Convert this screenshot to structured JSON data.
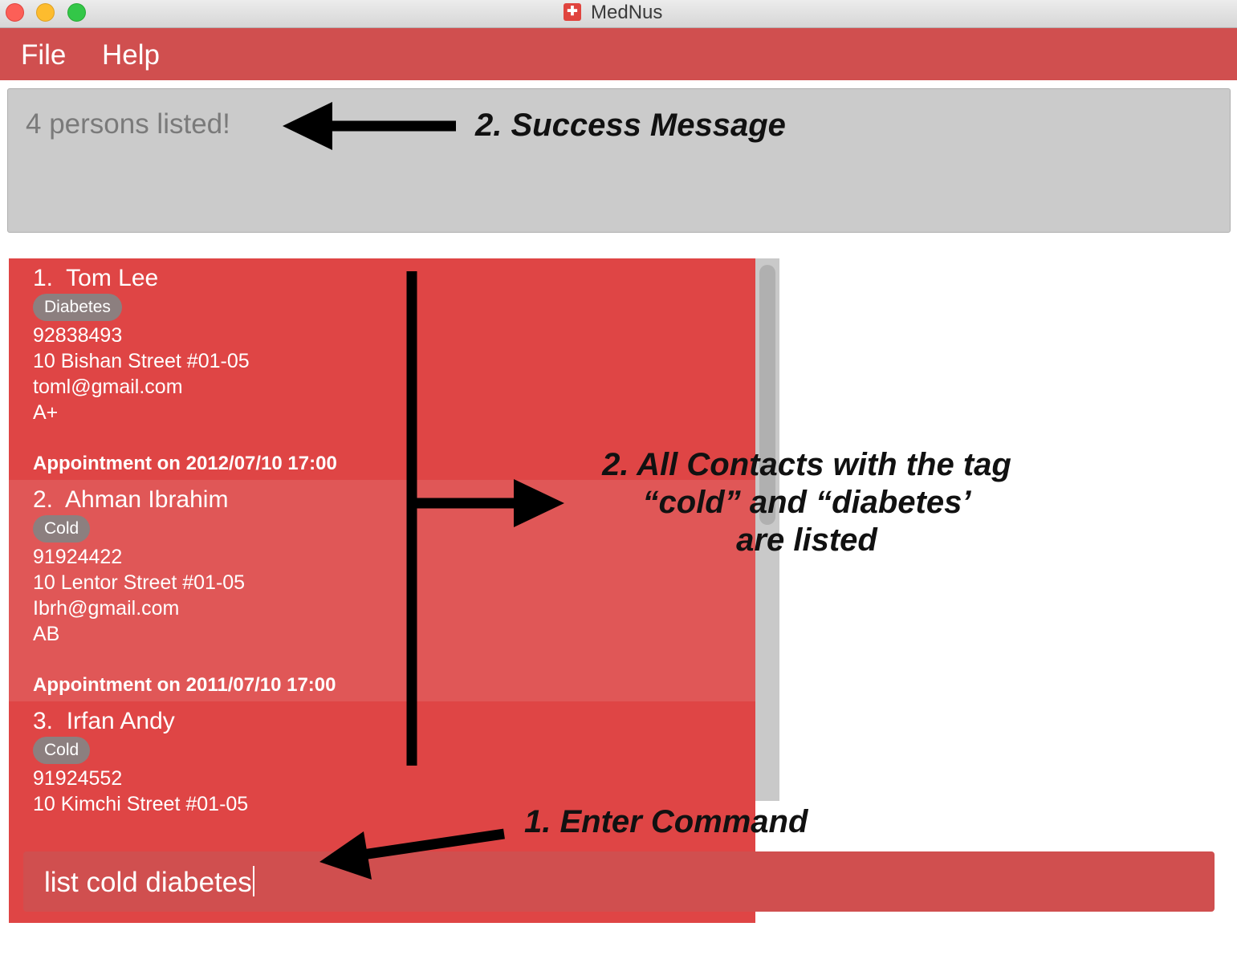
{
  "window": {
    "title": "MedNus"
  },
  "menu": {
    "file": "File",
    "help": "Help"
  },
  "result": {
    "message": "4 persons listed!"
  },
  "persons": [
    {
      "name": "1.  Tom Lee",
      "tag": "Diabetes",
      "phone": "92838493",
      "address": "10 Bishan Street #01-05",
      "email": "toml@gmail.com",
      "blood_type": "A+",
      "appointment": "Appointment on 2012/07/10 17:00"
    },
    {
      "name": "2.  Ahman Ibrahim",
      "tag": "Cold",
      "phone": "91924422",
      "address": "10 Lentor Street #01-05",
      "email": "Ibrh@gmail.com",
      "blood_type": "AB",
      "appointment": "Appointment on 2011/07/10 17:00"
    },
    {
      "name": "3.  Irfan Andy",
      "tag": "Cold",
      "phone": "91924552",
      "address": "10 Kimchi Street #01-05"
    }
  ],
  "command": {
    "value": "list cold diabetes"
  },
  "annotations": {
    "success": "2. Success Message",
    "contacts_line1": "2. All Contacts with the tag",
    "contacts_line2": "“cold” and “diabetes’",
    "contacts_line3": "are listed",
    "enter": "1. Enter Command"
  },
  "colors": {
    "menu_bar": "#d04f4f",
    "card_odd": "#df4545",
    "card_even": "#e05757",
    "tag": "#8c7f7f",
    "result_box": "#cbcbcb"
  }
}
